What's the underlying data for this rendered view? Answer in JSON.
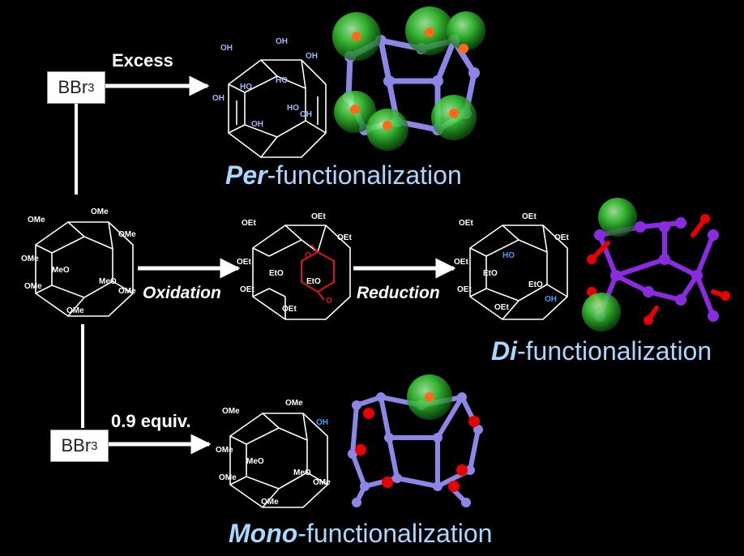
{
  "reagents": {
    "top": {
      "main": "BBr",
      "sub": "3"
    },
    "bottom": {
      "main": "BBr",
      "sub": "3"
    }
  },
  "conditions": {
    "excess": "Excess",
    "equiv": "0.9 equiv.",
    "oxidation": "Oxidation",
    "reduction": "Reduction"
  },
  "outcomes": {
    "per": {
      "prefix": "Per",
      "rest": "-functionalization"
    },
    "di": {
      "prefix": "Di",
      "rest": "-functionalization"
    },
    "mono": {
      "prefix": "Mono",
      "rest": "-functionalization"
    }
  },
  "groups": {
    "oh": "OH",
    "ho": "HO",
    "ome": "OMe",
    "meo": "MeO",
    "oet": "OEt",
    "eto": "EtO",
    "o": "O",
    "ho2": "HO"
  },
  "colors": {
    "background": "#000000",
    "title": "#a9d7ff",
    "oh_blue": "#3aa0ff",
    "ketone_red": "#e0101a",
    "carbon_lavender": "#8c86e6",
    "carbon_purple": "#8a2be2",
    "oxygen_red": "#e60000",
    "oxygen_orange": "#ff6a1a",
    "highlight_green": "#33cc33"
  }
}
